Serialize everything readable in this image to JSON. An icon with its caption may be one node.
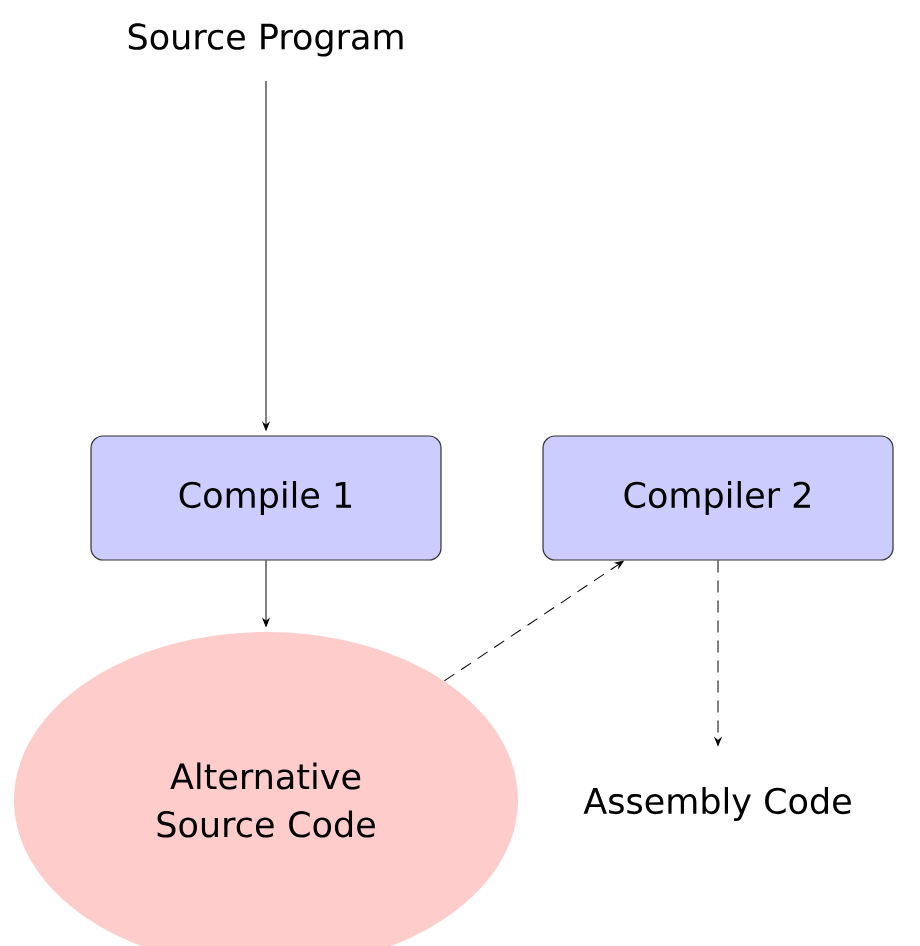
{
  "diagram": {
    "nodes": [
      {
        "text": [
          "Source Program"
        ]
      },
      {
        "text": [
          "Compile 1"
        ]
      },
      {
        "text": [
          "Compiler 2"
        ]
      },
      {
        "text": [
          "Alternative Source Code"
        ]
      },
      {
        "text": [
          "Assembly Code"
        ]
      }
    ],
    "edges": [
      {
        "from": 0,
        "to": 1,
        "arrow": "to"
      },
      {
        "from": 1,
        "to": 3,
        "arrow": "to"
      },
      {
        "from": 3,
        "to": 2,
        "arrow": "to",
        "style": "dashed"
      },
      {
        "from": 2,
        "to": 4,
        "arrow": "to",
        "style": "dashed"
      }
    ]
  }
}
